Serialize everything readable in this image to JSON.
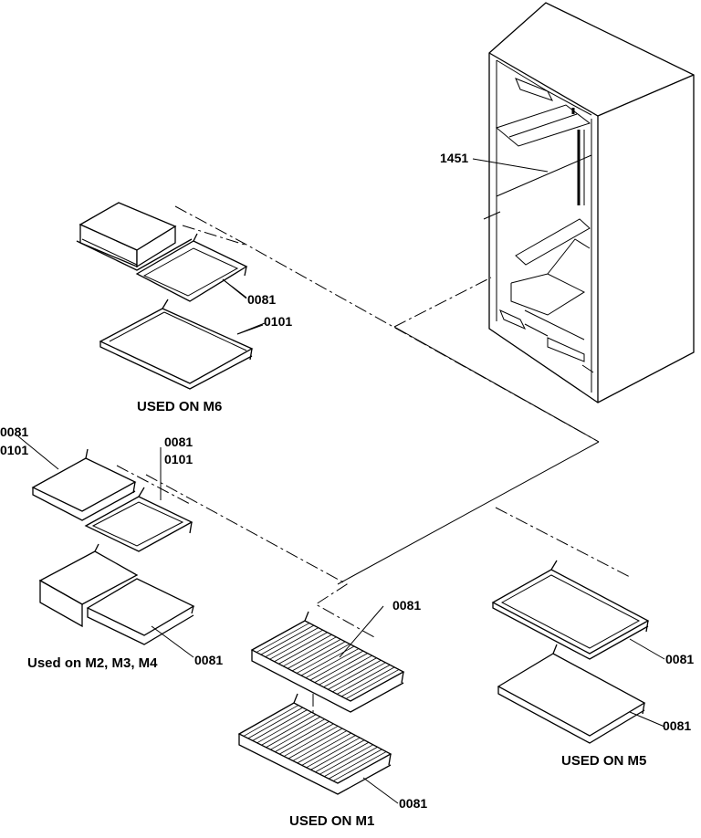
{
  "diagram": {
    "labels": {
      "refrigerator_part": "1451",
      "m6_small_shelf": "0081",
      "m6_large_shelf": "0101",
      "m6_caption": "USED ON M6",
      "left_part_a": "0081",
      "left_part_b": "0101",
      "mid_part_a": "0081",
      "mid_part_b": "0101",
      "m234_part": "0081",
      "m234_caption": "Used on M2, M3, M4",
      "m1_upper_part": "0081",
      "m1_lower_part": "0081",
      "m1_caption": "USED ON M1",
      "m5_upper_part": "0081",
      "m5_lower_part": "0081",
      "m5_caption": "USED ON M5"
    }
  }
}
